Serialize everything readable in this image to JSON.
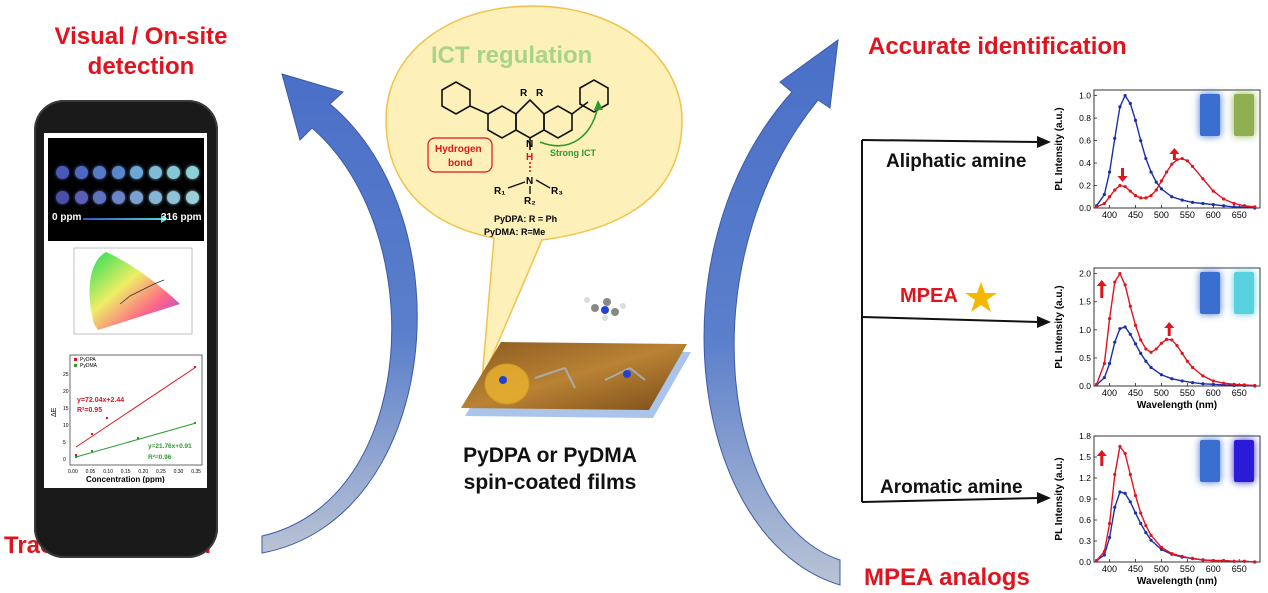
{
  "left": {
    "top_title_line1": "Visual / On-site",
    "top_title_line2": "detection",
    "bottom_title": "Trace MPEA vapor",
    "phone": {
      "dots_label_start": "0 ppm",
      "dots_label_end": "316 ppm",
      "dot_colors_row1": [
        "#4a58b8",
        "#4d68c2",
        "#5879c8",
        "#5a86cc",
        "#6da7d6",
        "#7dbbd8",
        "#86c7d6",
        "#8fd0d8"
      ],
      "dot_colors_row2": [
        "#4c4fa8",
        "#5a5fb8",
        "#5f72c0",
        "#6a86c8",
        "#7aa0d0",
        "#86b4d4",
        "#8fc2d8",
        "#9ccfd8"
      ],
      "fit_chart": {
        "legend": [
          "PyDPA",
          "PyDMA"
        ],
        "ylabel": "ΔE",
        "xlabel": "Concentration (ppm)",
        "eq_red": "y=72.04x+2.44",
        "r2_red": "R²=0.95",
        "eq_green": "y=21.76x+0.91",
        "r2_green": "R²=0.96",
        "xticks": [
          "0.00",
          "0.05",
          "0.10",
          "0.15",
          "0.20",
          "0.25",
          "0.30",
          "0.35"
        ],
        "yticks": [
          "0",
          "5",
          "10",
          "15",
          "20",
          "25"
        ]
      }
    }
  },
  "center": {
    "bubble_title": "ICT regulation",
    "r_label_1": "R",
    "r_label_2": "R",
    "n_label": "N",
    "h_label": "H",
    "hbond_line1": "Hydrogen",
    "hbond_line2": "bond",
    "strong_ict": "Strong ICT",
    "amine_n": "N",
    "r1": "R₁",
    "r2": "R₂",
    "r3": "R₃",
    "pydpa_note": "PyDPA: R = Ph",
    "pydma_note": "PyDMA: R=Me",
    "caption_line1": "PyDPA or PyDMA",
    "caption_line2": "spin-coated films"
  },
  "right": {
    "top_title": "Accurate identification",
    "bottom_title": "MPEA analogs",
    "branches": [
      "Aliphatic amine",
      "MPEA",
      "Aromatic amine"
    ],
    "colors": {
      "red": "#e0141e",
      "blue": "#1a2fa8",
      "green_text": "#2e9a2e",
      "star": "#f5b800"
    }
  },
  "chart_data": [
    {
      "type": "line",
      "title": "",
      "xlabel": "Wavelength (nm)",
      "ylabel": "PL Intensity (a.u.)",
      "xlim": [
        370,
        690
      ],
      "ylim": [
        0,
        1.05
      ],
      "xticks": [
        400,
        450,
        500,
        550,
        600,
        650
      ],
      "yticks": [
        0.0,
        0.2,
        0.4,
        0.6,
        0.8,
        1.0
      ],
      "ytick_labels": [
        "0.0",
        "0.2",
        "0.4",
        "0.6",
        "0.8",
        "1.0"
      ],
      "series": [
        {
          "color": "#1a2fa8",
          "x": [
            375,
            390,
            400,
            410,
            420,
            430,
            440,
            450,
            460,
            470,
            480,
            490,
            500,
            520,
            540,
            560,
            580,
            600,
            620,
            640,
            660,
            680
          ],
          "values": [
            0.02,
            0.12,
            0.32,
            0.62,
            0.9,
            1.0,
            0.93,
            0.78,
            0.6,
            0.44,
            0.32,
            0.23,
            0.17,
            0.1,
            0.07,
            0.05,
            0.04,
            0.03,
            0.02,
            0.01,
            0.01,
            0.0
          ]
        },
        {
          "color": "#e0141e",
          "x": [
            375,
            390,
            400,
            410,
            420,
            430,
            440,
            450,
            460,
            470,
            480,
            490,
            500,
            510,
            520,
            530,
            540,
            550,
            560,
            580,
            600,
            620,
            640,
            660,
            680
          ],
          "values": [
            0.01,
            0.04,
            0.1,
            0.16,
            0.2,
            0.19,
            0.15,
            0.11,
            0.09,
            0.09,
            0.11,
            0.16,
            0.24,
            0.32,
            0.39,
            0.43,
            0.44,
            0.42,
            0.37,
            0.26,
            0.15,
            0.08,
            0.04,
            0.02,
            0.01
          ]
        }
      ],
      "swatches": [
        "#3a6fd0",
        "#8fb050"
      ]
    },
    {
      "type": "line",
      "title": "",
      "xlabel": "Wavelength (nm)",
      "ylabel": "PL Intensity (a.u.)",
      "xlim": [
        370,
        690
      ],
      "ylim": [
        0,
        2.1
      ],
      "xticks": [
        400,
        450,
        500,
        550,
        600,
        650
      ],
      "yticks": [
        0.0,
        0.5,
        1.0,
        1.5,
        2.0
      ],
      "ytick_labels": [
        "0.0",
        "0.5",
        "1.0",
        "1.5",
        "2.0"
      ],
      "series": [
        {
          "color": "#1a2fa8",
          "x": [
            375,
            390,
            400,
            410,
            420,
            430,
            440,
            450,
            460,
            470,
            480,
            500,
            520,
            540,
            560,
            580,
            600,
            620,
            640,
            660,
            680
          ],
          "values": [
            0.02,
            0.15,
            0.4,
            0.78,
            1.02,
            1.05,
            0.92,
            0.75,
            0.58,
            0.44,
            0.33,
            0.2,
            0.13,
            0.09,
            0.06,
            0.04,
            0.03,
            0.02,
            0.01,
            0.01,
            0.0
          ]
        },
        {
          "color": "#e0141e",
          "x": [
            375,
            390,
            400,
            410,
            420,
            430,
            440,
            450,
            460,
            470,
            480,
            490,
            500,
            510,
            520,
            530,
            540,
            550,
            560,
            580,
            600,
            620,
            640,
            660,
            680
          ],
          "values": [
            0.03,
            0.4,
            1.2,
            1.85,
            2.0,
            1.8,
            1.42,
            1.08,
            0.82,
            0.66,
            0.6,
            0.66,
            0.76,
            0.83,
            0.82,
            0.72,
            0.58,
            0.44,
            0.33,
            0.18,
            0.09,
            0.05,
            0.03,
            0.02,
            0.01
          ]
        }
      ],
      "swatches": [
        "#3a6fd0",
        "#59d2df"
      ]
    },
    {
      "type": "line",
      "title": "",
      "xlabel": "Wavelength (nm)",
      "ylabel": "PL Intensity (a.u.)",
      "xlim": [
        370,
        690
      ],
      "ylim": [
        0,
        1.8
      ],
      "xticks": [
        400,
        450,
        500,
        550,
        600,
        650
      ],
      "yticks": [
        0.0,
        0.3,
        0.6,
        0.9,
        1.2,
        1.5,
        1.8
      ],
      "ytick_labels": [
        "0.0",
        "0.3",
        "0.6",
        "0.9",
        "1.2",
        "1.5",
        "1.8"
      ],
      "series": [
        {
          "color": "#1a2fa8",
          "x": [
            375,
            390,
            400,
            410,
            420,
            430,
            440,
            450,
            460,
            470,
            480,
            500,
            520,
            540,
            560,
            580,
            600,
            620,
            640,
            660,
            680
          ],
          "values": [
            0.02,
            0.1,
            0.35,
            0.78,
            1.0,
            0.98,
            0.86,
            0.7,
            0.55,
            0.42,
            0.31,
            0.18,
            0.11,
            0.07,
            0.05,
            0.03,
            0.02,
            0.02,
            0.01,
            0.01,
            0.0
          ]
        },
        {
          "color": "#e0141e",
          "x": [
            375,
            390,
            400,
            410,
            420,
            430,
            440,
            450,
            460,
            470,
            480,
            500,
            520,
            540,
            560,
            580,
            600,
            620,
            640,
            660,
            680
          ],
          "values": [
            0.02,
            0.15,
            0.55,
            1.25,
            1.65,
            1.55,
            1.25,
            0.95,
            0.7,
            0.52,
            0.38,
            0.21,
            0.12,
            0.08,
            0.05,
            0.03,
            0.02,
            0.02,
            0.01,
            0.01,
            0.0
          ]
        }
      ],
      "swatches": [
        "#3a6fd0",
        "#2a1bd8"
      ]
    }
  ]
}
